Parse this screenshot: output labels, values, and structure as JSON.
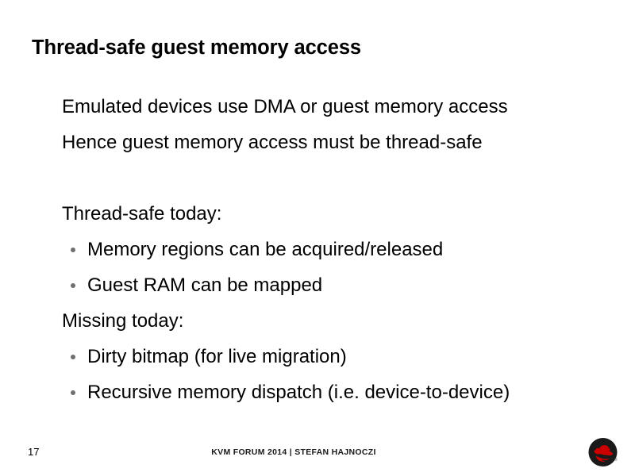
{
  "slide": {
    "title": "Thread-safe guest memory access",
    "background_color": "#ffffff",
    "text_color": "#000000",
    "bullet_color": "#6f6f6f",
    "body": [
      {
        "text": "Emulated devices use DMA or guest memory access",
        "bulleted": false
      },
      {
        "text": "Hence guest memory access must be thread-safe",
        "bulleted": false
      },
      {
        "text": "",
        "bulleted": false
      },
      {
        "text": "Thread-safe today:",
        "bulleted": false
      },
      {
        "text": "Memory regions can be acquired/released",
        "bulleted": true
      },
      {
        "text": "Guest RAM can be mapped",
        "bulleted": true
      },
      {
        "text": "Missing today:",
        "bulleted": false
      },
      {
        "text": "Dirty bitmap (for live migration)",
        "bulleted": true
      },
      {
        "text": "Recursive memory dispatch (i.e. device-to-device)",
        "bulleted": true
      }
    ]
  },
  "footer": {
    "page_number": "17",
    "center_text": "KVM FORUM 2014 | STEFAN HAJNOCZI",
    "logo": {
      "name": "red-hat-shadowman-logo",
      "circle_color": "#1a1a1a",
      "hat_color": "#cc0000",
      "trademark": "®"
    }
  }
}
